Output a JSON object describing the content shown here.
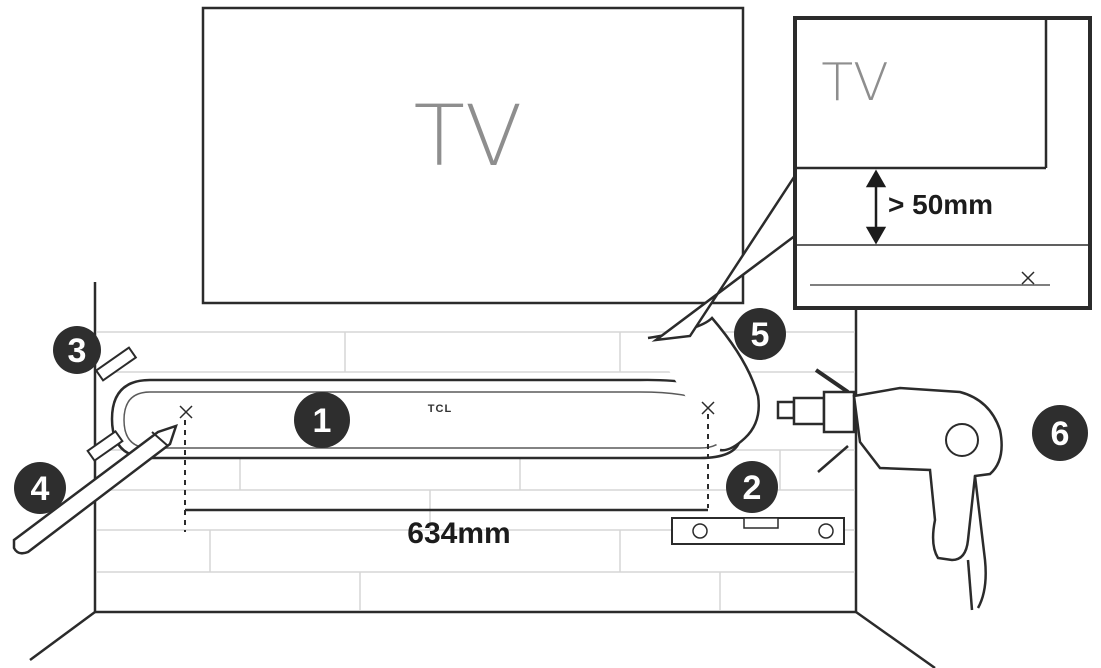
{
  "tv_main_label": "TV",
  "brand_label": "TCL",
  "width_dimension": "634mm",
  "inset": {
    "tv_label": "TV",
    "gap_dimension": "> 50mm"
  },
  "steps": [
    "1",
    "2",
    "3",
    "4",
    "5",
    "6"
  ],
  "colors": {
    "line": "#2b2b2b",
    "badge": "#2e2e2e",
    "tv_text": "#8e8e8e",
    "brick": "#d9d9d9",
    "paper": "#ffffff"
  }
}
